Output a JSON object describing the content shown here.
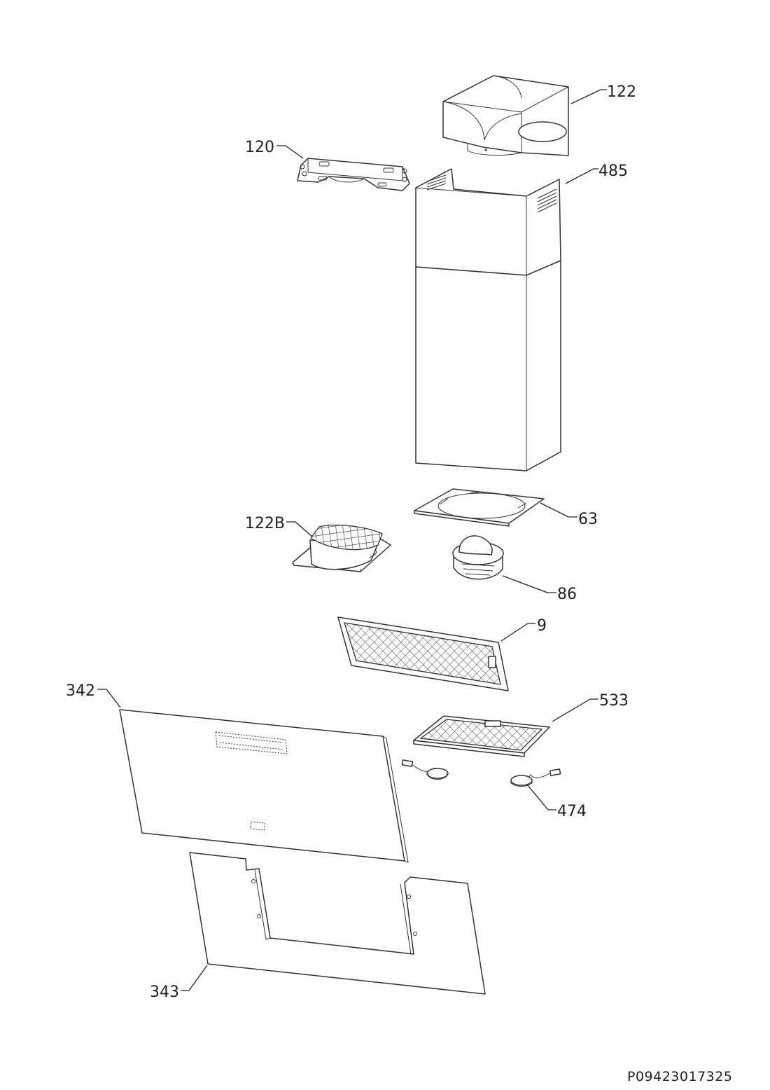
{
  "diagram": {
    "parts": [
      {
        "id": "122"
      },
      {
        "id": "120"
      },
      {
        "id": "485"
      },
      {
        "id": "63"
      },
      {
        "id": "122B"
      },
      {
        "id": "86"
      },
      {
        "id": "9"
      },
      {
        "id": "342"
      },
      {
        "id": "533"
      },
      {
        "id": "474"
      },
      {
        "id": "343"
      }
    ],
    "document_code": "P09423017325"
  }
}
